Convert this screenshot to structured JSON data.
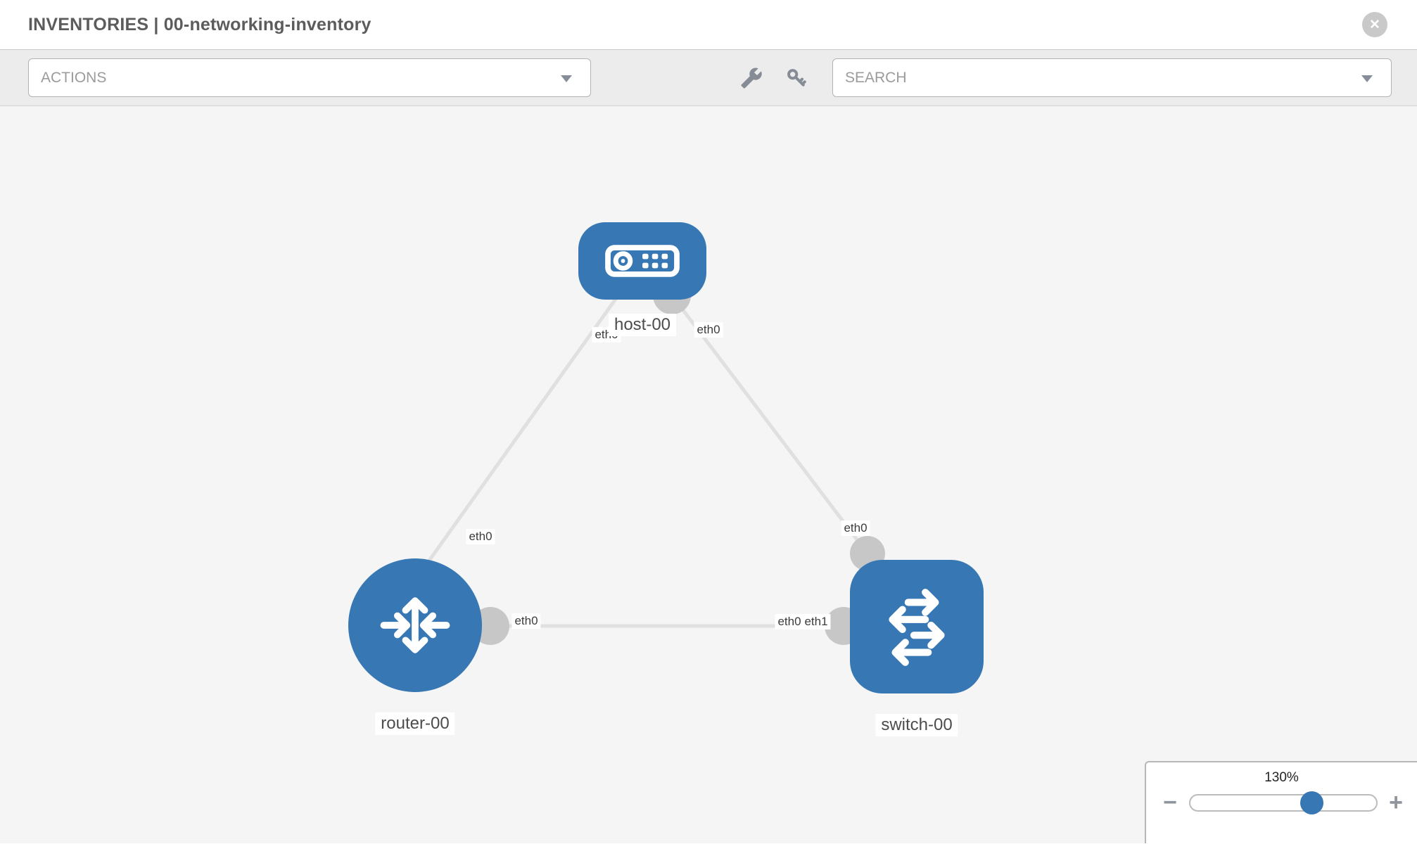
{
  "header": {
    "title": "INVENTORIES | 00-networking-inventory",
    "close_icon": "x-circle-icon"
  },
  "toolbar": {
    "actions_label": "ACTIONS",
    "search_placeholder": "SEARCH",
    "icons": [
      "wrench-icon",
      "key-icon"
    ]
  },
  "topology": {
    "nodes": [
      {
        "id": "host-00",
        "type": "host",
        "icon": "server-icon"
      },
      {
        "id": "router-00",
        "type": "router",
        "icon": "router-arrows-icon"
      },
      {
        "id": "switch-00",
        "type": "switch",
        "icon": "switch-arrows-icon"
      }
    ],
    "links": [
      {
        "from": "host-00",
        "to": "router-00",
        "from_interface": "eth0",
        "to_interface": "eth0"
      },
      {
        "from": "host-00",
        "to": "switch-00",
        "from_interface": "eth0",
        "to_interface": "eth0"
      },
      {
        "from": "router-00",
        "to": "switch-00",
        "from_interface": "eth0",
        "to_interfaces": [
          "eth0",
          "eth1"
        ]
      }
    ],
    "labels": {
      "host": "host-00",
      "router": "router-00",
      "switch": "switch-00"
    },
    "ifs": {
      "host_left": "eth0",
      "host_right": "eth0",
      "hr_router": "eth0",
      "hs_switch": "eth0",
      "rs_router": "eth0",
      "rs_switch_back": "eth0",
      "rs_switch_front": "eth1"
    }
  },
  "zoom_control": {
    "percent": "130%",
    "minus_label": "−",
    "plus_label": "+"
  },
  "colors": {
    "node_blue": "#3778b4",
    "port_gray": "#c7c7c7",
    "link_gray": "#e0e0e0",
    "canvas_bg": "#f5f5f5",
    "toolbar_bg": "#ececec"
  }
}
